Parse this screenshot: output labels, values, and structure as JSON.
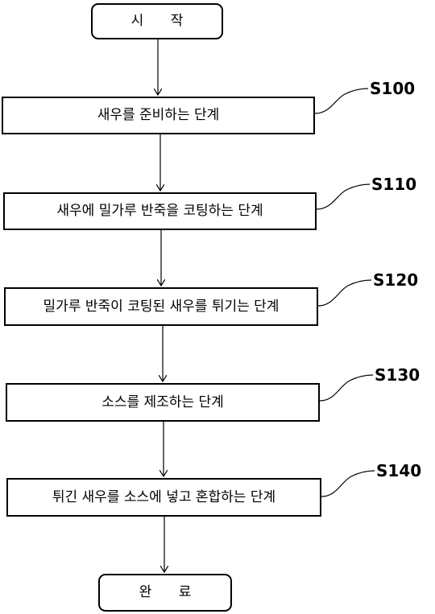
{
  "flowchart": {
    "start": "시 작",
    "end": "완 료",
    "steps": [
      {
        "id": "S100",
        "text": "새우를 준비하는 단계"
      },
      {
        "id": "S110",
        "text": "새우에 밀가루 반죽을 코팅하는 단계"
      },
      {
        "id": "S120",
        "text": "밀가루 반죽이 코팅된 새우를 튀기는 단계"
      },
      {
        "id": "S130",
        "text": "소스를 제조하는 단계"
      },
      {
        "id": "S140",
        "text": "튀긴 새우를 소스에 넣고 혼합하는 단계"
      }
    ]
  }
}
